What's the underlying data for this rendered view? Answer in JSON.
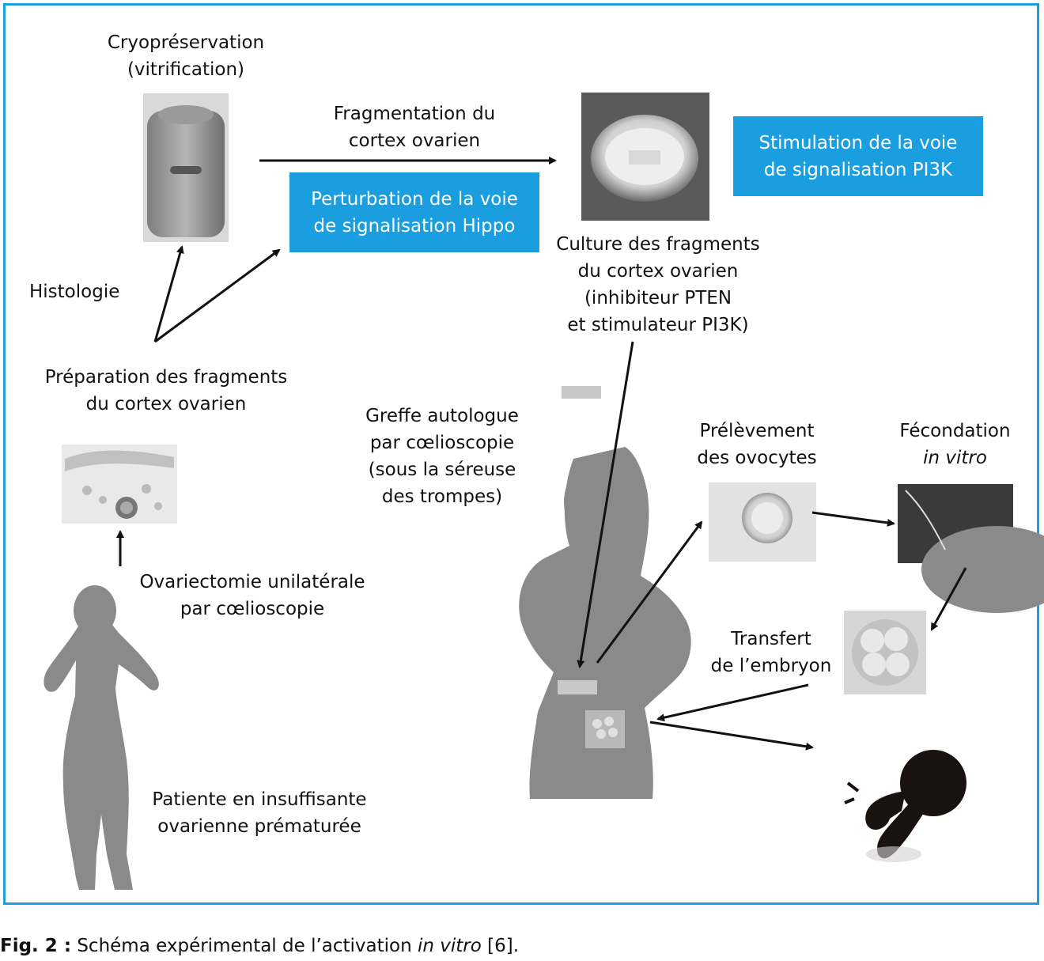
{
  "figure": {
    "labels": {
      "cryo": [
        "Cryopréservation",
        "(vitrification)"
      ],
      "fragmentation": [
        "Fragmentation du",
        "cortex ovarien"
      ],
      "histologie": "Histologie",
      "preparation": [
        "Préparation des fragments",
        "du cortex ovarien"
      ],
      "ovariectomie": [
        "Ovariectomie unilatérale",
        "par cœlioscopie"
      ],
      "patiente": [
        "Patiente en insuffisante",
        "ovarienne prématurée"
      ],
      "greffe": [
        "Greffe autologue",
        "par cœlioscopie",
        "(sous la séreuse",
        "des trompes)"
      ],
      "culture": [
        "Culture des fragments",
        "du cortex ovarien",
        "(inhibiteur PTEN",
        "et stimulateur PI3K)"
      ],
      "prelevement": [
        "Prélèvement",
        "des ovocytes"
      ],
      "fecondation_line1": "Fécondation",
      "fecondation_line2": "in vitro",
      "transfert": [
        "Transfert",
        "de l’embryon"
      ]
    },
    "boxes": {
      "hippo": [
        "Perturbation de la voie",
        "de signalisation Hippo"
      ],
      "pi3k": [
        "Stimulation de la voie",
        "de signalisation PI3K"
      ]
    },
    "colors": {
      "frame": "#1aa0e0",
      "box": "#1a9ee0",
      "silhouette": "#8a8a8a",
      "fetus": "#1a1210"
    }
  },
  "caption": {
    "fig": "Fig. 2 :",
    "text_before": " Schéma expérimental de l’activation ",
    "italic": "in vitro",
    "text_after": " [6]."
  }
}
